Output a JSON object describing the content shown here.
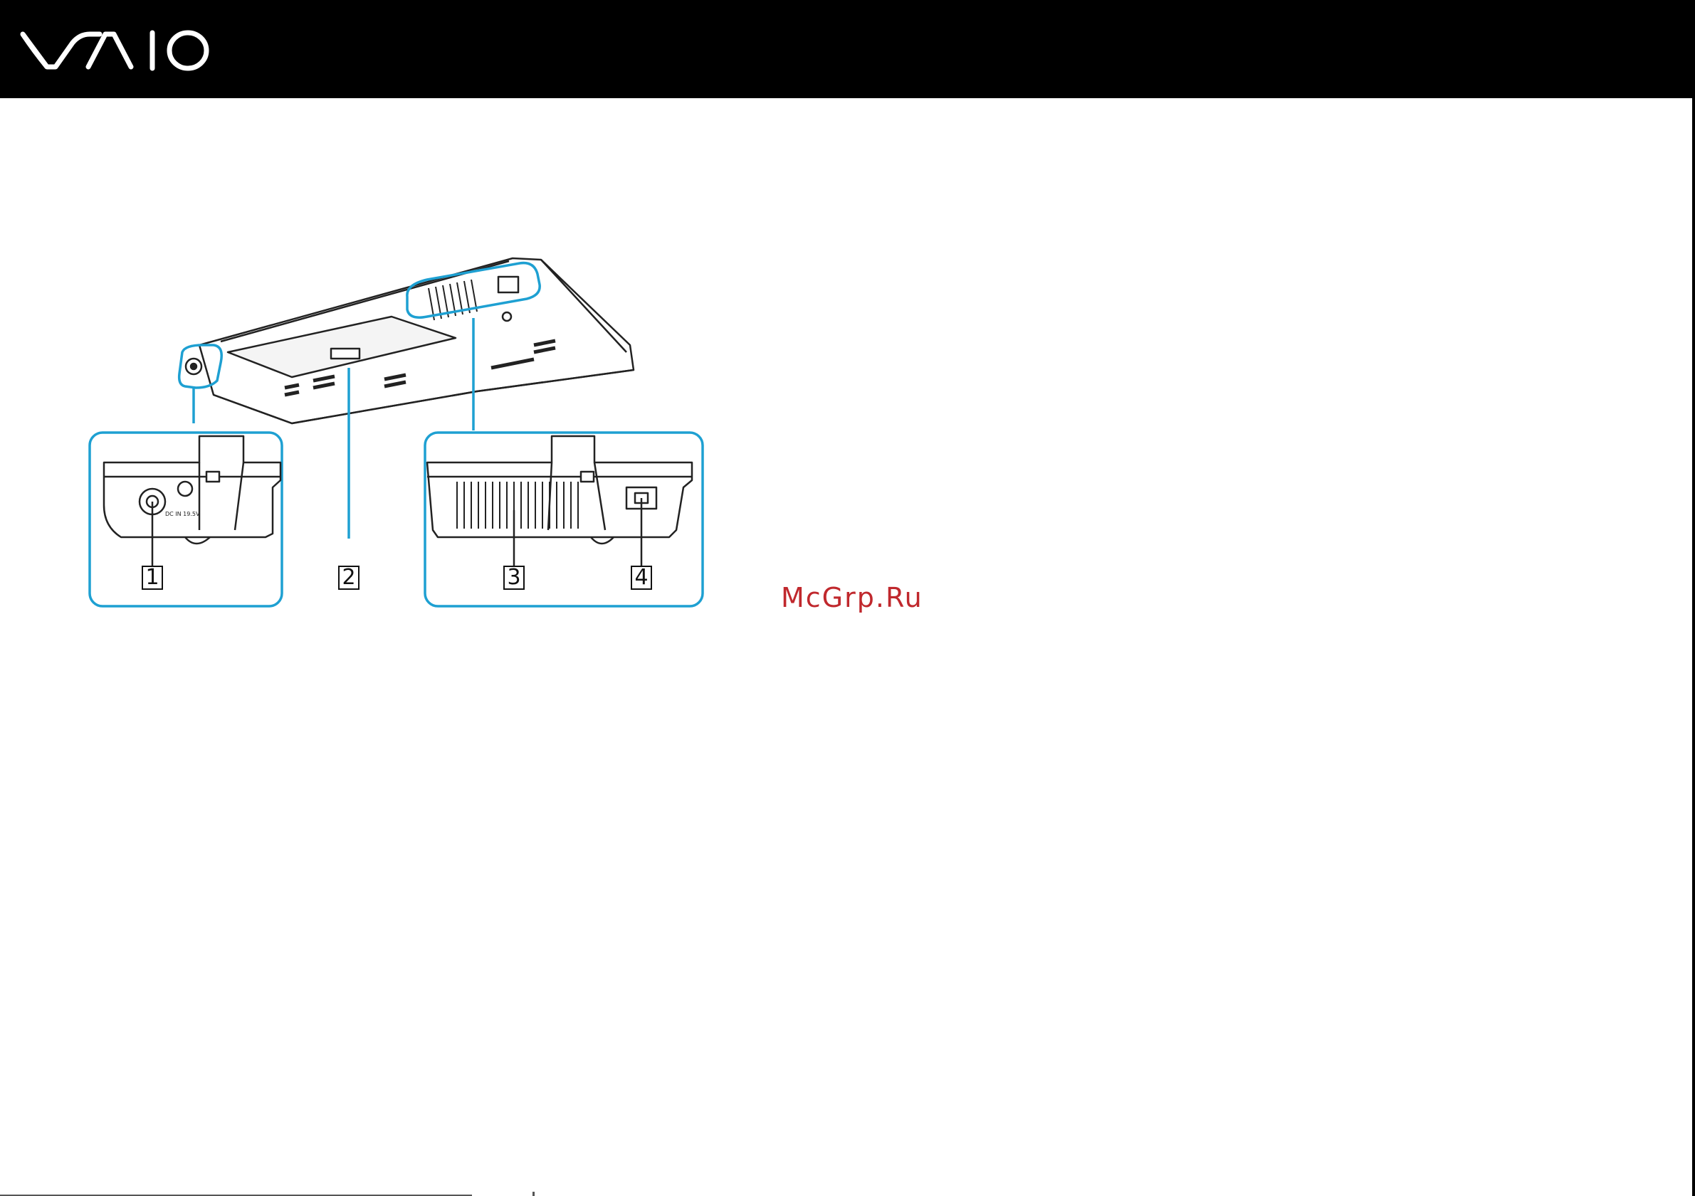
{
  "header": {
    "logo_text": "VAIO",
    "logo_icon": "vaio-logo-icon"
  },
  "figure": {
    "callouts": [
      {
        "number": "1"
      },
      {
        "number": "2"
      },
      {
        "number": "3"
      },
      {
        "number": "4"
      }
    ],
    "dc_in_label": "DC IN 19.5V"
  },
  "watermark": "McGrp.Ru",
  "colors": {
    "header": "#000000",
    "callout_frame": "#1ea0d2",
    "watermark": "#c0282d"
  }
}
